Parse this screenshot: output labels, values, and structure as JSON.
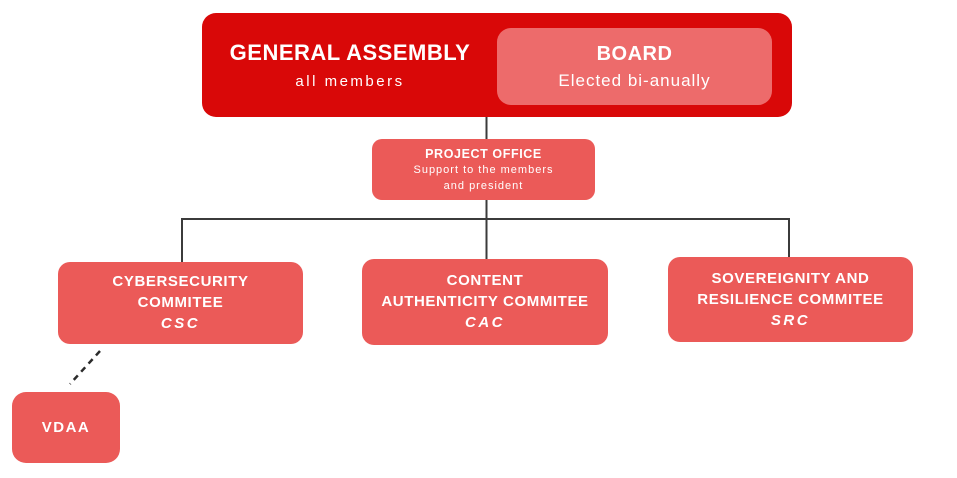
{
  "org_chart": {
    "general_assembly": {
      "title": "GENERAL ASSEMBLY",
      "subtitle": "all members"
    },
    "board": {
      "title": "BOARD",
      "subtitle": "Elected bi-anually"
    },
    "project_office": {
      "title": "PROJECT OFFICE",
      "subtitle_line1": "Support to the members",
      "subtitle_line2": "and president"
    },
    "committees": [
      {
        "title_line1": "CYBERSECURITY",
        "title_line2": "COMMITEE",
        "acronym": "CSC"
      },
      {
        "title_line1": "CONTENT",
        "title_line2": "AUTHENTICITY COMMITEE",
        "acronym": "CAC"
      },
      {
        "title_line1": "SOVEREIGNITY AND",
        "title_line2": "RESILIENCE COMMITEE",
        "acronym": "SRC"
      }
    ],
    "external_org": {
      "title": "VDAA"
    }
  },
  "colors": {
    "primary_red": "#d90808",
    "board_salmon": "#ed6b6b",
    "salmon": "#eb5a58",
    "connector_line": "#3b3b3b",
    "text": "#ffffff",
    "background": "#ffffff"
  }
}
